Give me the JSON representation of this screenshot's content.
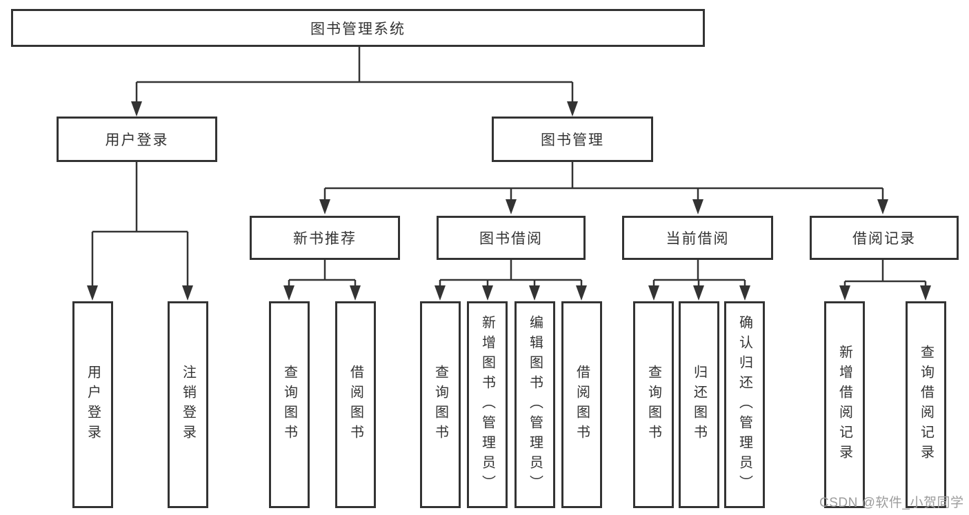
{
  "diagram": {
    "root": "图书管理系统",
    "branches": [
      {
        "label": "用户登录",
        "children": [
          "用户登录",
          "注销登录"
        ]
      },
      {
        "label": "图书管理",
        "children": [
          {
            "label": "新书推荐",
            "children": [
              "查询图书",
              "借阅图书"
            ]
          },
          {
            "label": "图书借阅",
            "children": [
              "查询图书",
              "新增图书（管理员）",
              "编辑图书（管理员）",
              "借阅图书"
            ]
          },
          {
            "label": "当前借阅",
            "children": [
              "查询图书",
              "归还图书",
              "确认归还（管理员）"
            ]
          },
          {
            "label": "借阅记录",
            "children": [
              "新增借阅记录",
              "查询借阅记录"
            ]
          }
        ]
      }
    ]
  },
  "watermark": "CSDN @软件_小贺同学",
  "colors": {
    "line": "#333333",
    "box_border": "#333333",
    "text": "#333333",
    "watermark_text": "#9c9c9c",
    "background": "#ffffff"
  }
}
